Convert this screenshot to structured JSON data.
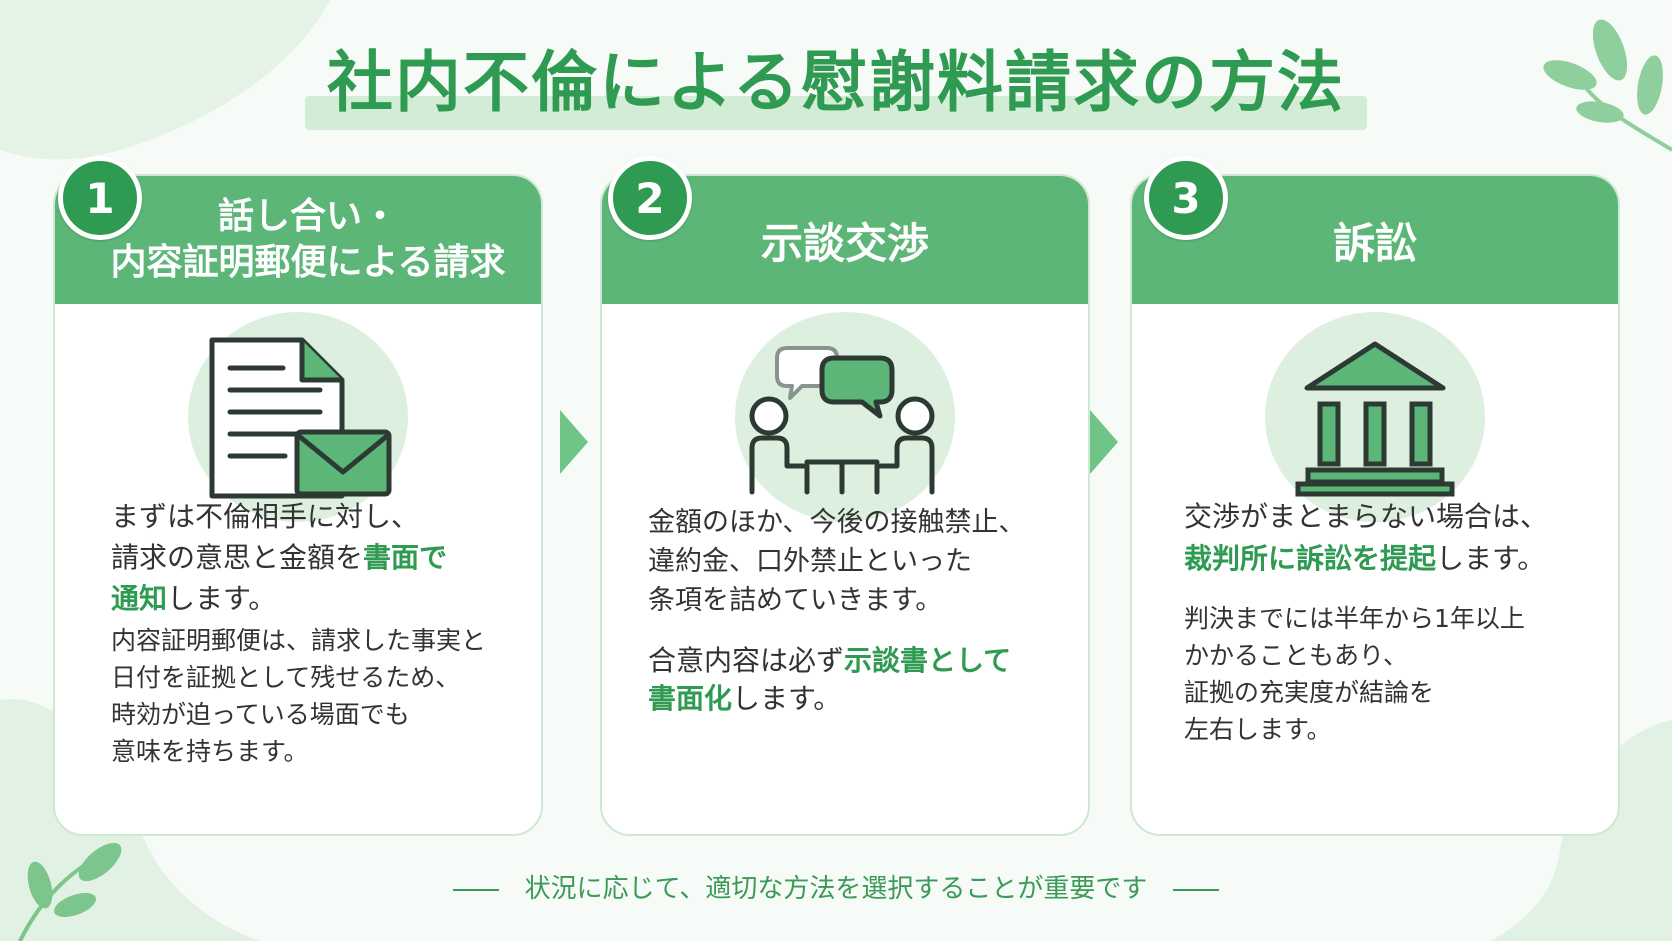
{
  "title": "社内不倫による慰謝料請求の方法",
  "colors": {
    "accent": "#2f9a52",
    "header": "#5bb677",
    "icon_bg": "#ddf0df",
    "text": "#333333"
  },
  "steps": [
    {
      "number": "1",
      "heading_line1": "話し合い・",
      "heading_line2": "内容証明郵便による請求",
      "icon": "document-envelope-icon",
      "p1_a": "まずは不倫相手に対し、",
      "p1_b": "請求の意思と金額を",
      "p1_b_hl": "書面で",
      "p1_c_hl": "通知",
      "p1_c": "します。",
      "p2_l1": "内容証明郵便は、請求した事実と",
      "p2_l2": "日付を証拠として残せるため、",
      "p2_l3": "時効が迫っている場面でも",
      "p2_l4": "意味を持ちます。"
    },
    {
      "number": "2",
      "heading": "示談交渉",
      "icon": "meeting-chat-icon",
      "p1_l1": "金額のほか、今後の接触禁止、",
      "p1_l2": "違約金、口外禁止といった",
      "p1_l3": "条項を詰めていきます。",
      "p2_a": "合意内容は必ず",
      "p2_a_hl": "示談書として",
      "p2_b_hl": "書面化",
      "p2_b": "します。"
    },
    {
      "number": "3",
      "heading": "訴訟",
      "icon": "courthouse-icon",
      "p1_a": "交渉がまとまらない場合は、",
      "p1_b_hl": "裁判所に訴訟を提起",
      "p1_b": "します。",
      "p2_l1": "判決までには半年から1年以上",
      "p2_l2": "かかることもあり、",
      "p2_l3": "証拠の充実度が結論を",
      "p2_l4": "左右します。"
    }
  ],
  "footer": "状況に応じて、適切な方法を選択することが重要です"
}
